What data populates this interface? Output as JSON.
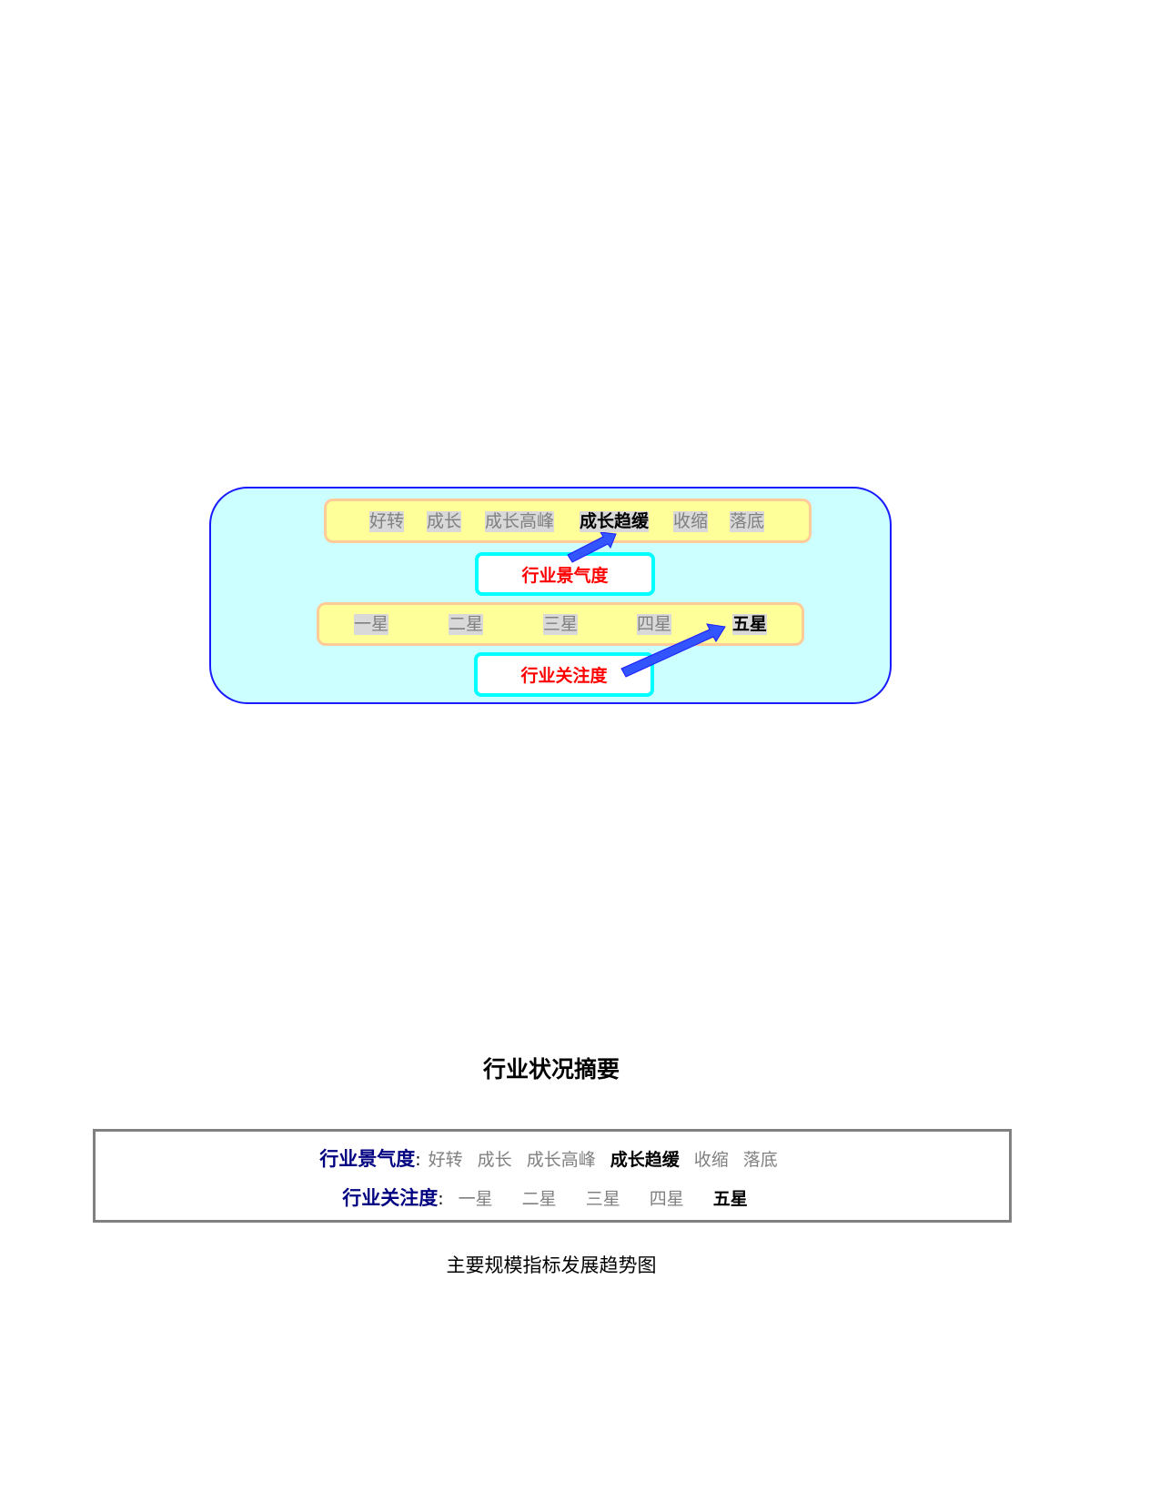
{
  "diagram": {
    "boom_label": "行业景气度",
    "attention_label": "行业关注度",
    "boom_stages": [
      {
        "text": "好转",
        "active": false
      },
      {
        "text": "成长",
        "active": false
      },
      {
        "text": "成长高峰",
        "active": false
      },
      {
        "text": "成长趋缓",
        "active": true
      },
      {
        "text": "收缩",
        "active": false
      },
      {
        "text": "落底",
        "active": false
      }
    ],
    "attention_levels": [
      {
        "text": "一星",
        "active": false
      },
      {
        "text": "二星",
        "active": false
      },
      {
        "text": "三星",
        "active": false
      },
      {
        "text": "四星",
        "active": false
      },
      {
        "text": "五星",
        "active": true
      }
    ],
    "colors": {
      "outer_fill": "#ccffff",
      "outer_border": "#1a1aff",
      "bar_fill": "#ffff99",
      "bar_border": "#ffcc99",
      "label_box_border": "#00ffff",
      "label_text": "#ff0000",
      "arrow": "#3355ff"
    }
  },
  "summary": {
    "title": "行业状况摘要",
    "boom_label": "行业景气度",
    "attention_label": "行业关注度",
    "colon": ":",
    "boom_stages": [
      {
        "text": "好转",
        "active": false
      },
      {
        "text": "成长",
        "active": false
      },
      {
        "text": "成长高峰",
        "active": false
      },
      {
        "text": "成长趋缓",
        "active": true
      },
      {
        "text": "收缩",
        "active": false
      },
      {
        "text": "落底",
        "active": false
      }
    ],
    "attention_levels": [
      {
        "text": "一星",
        "active": false
      },
      {
        "text": "二星",
        "active": false
      },
      {
        "text": "三星",
        "active": false
      },
      {
        "text": "四星",
        "active": false
      },
      {
        "text": "五星",
        "active": true
      }
    ]
  },
  "caption": "主要规模指标发展趋势图"
}
